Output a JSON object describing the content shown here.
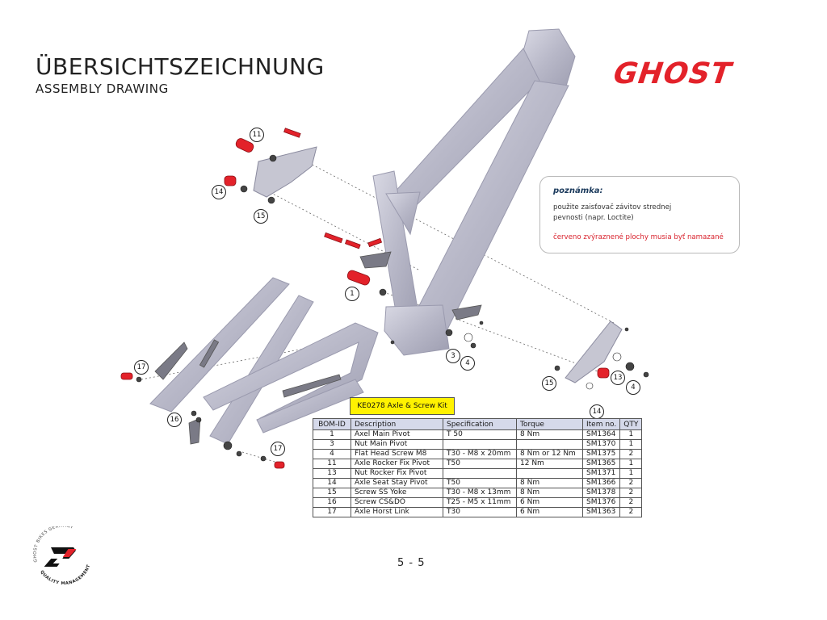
{
  "header": {
    "title": "ÜBERSICHTSZEICHNUNG",
    "subtitle": "ASSEMBLY DRAWING"
  },
  "brand": {
    "logo_text": "GHOST",
    "logo_color": "#e3222a",
    "quality_badge": {
      "top_text": "GHOST BIKES GERMANY",
      "bottom_text": "QUALITY MANAGEMENT"
    }
  },
  "note": {
    "title": "poznámka:",
    "line1": "použite zaisťovač závitov strednej",
    "line2": "pevnosti (napr. Loctite)",
    "red_line": "červeno zvýraznené plochy musia byť namazané"
  },
  "kit_label": "KE0278 Axle & Screw Kit",
  "callouts": [
    "11",
    "14",
    "15",
    "1",
    "3",
    "4",
    "17",
    "16",
    "17",
    "15",
    "13",
    "4",
    "14"
  ],
  "bom": {
    "headers": [
      "BOM-ID",
      "Description",
      "Specification",
      "Torque",
      "Item no.",
      "QTY"
    ],
    "rows": [
      [
        "1",
        "Axel Main Pivot",
        "T 50",
        "8 Nm",
        "SM1364",
        "1"
      ],
      [
        "3",
        "Nut Main Pivot",
        "",
        "",
        "SM1370",
        "1"
      ],
      [
        "4",
        "Flat Head Screw M8",
        "T30 - M8 x 20mm",
        "8 Nm or 12 Nm",
        "SM1375",
        "2"
      ],
      [
        "11",
        "Axle Rocker Fix Pivot",
        "T50",
        "12 Nm",
        "SM1365",
        "1"
      ],
      [
        "13",
        "Nut Rocker Fix Pivot",
        "",
        "",
        "SM1371",
        "1"
      ],
      [
        "14",
        "Axle Seat Stay Pivot",
        "T50",
        "8 Nm",
        "SM1366",
        "2"
      ],
      [
        "15",
        "Screw SS Yoke",
        "T30 - M8 x 13mm",
        "8 Nm",
        "SM1378",
        "2"
      ],
      [
        "16",
        "Screw CS&DO",
        "T25 - M5 x 11mm",
        "6 Nm",
        "SM1376",
        "2"
      ],
      [
        "17",
        "Axle Horst Link",
        "T30",
        "6 Nm",
        "SM1363",
        "2"
      ]
    ]
  },
  "page_number": "5 - 5"
}
